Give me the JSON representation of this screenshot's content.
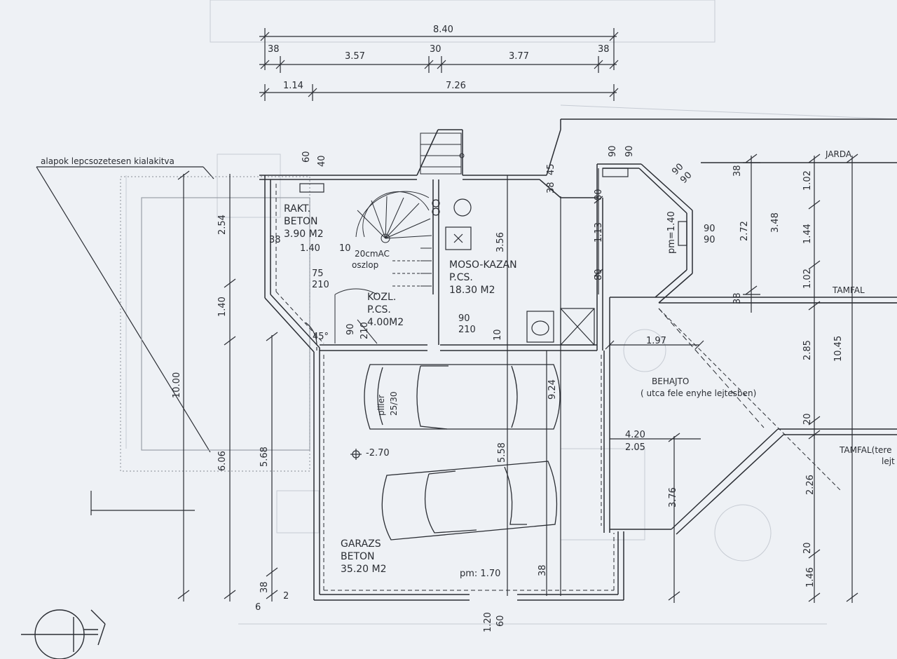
{
  "top_dims": {
    "overall": "8.40",
    "seg_38_left": "38",
    "seg_357": "3.57",
    "seg_30": "30",
    "seg_377": "3.77",
    "seg_38_right": "38",
    "seg_114": "1.14",
    "seg_726": "7.26"
  },
  "notes": {
    "foundation": "alapok lepcsozetesen kialakitva",
    "jarda": "JARDA",
    "tamfal": "TAMFAL",
    "tamfal2": "TAMFAL(tere",
    "tamfal2b": "lejt",
    "behajto": "BEHAJTO",
    "behajto_sub": "( utca fele enyhe lejtesben)",
    "column": "20cmAC",
    "column_sub": "oszlop",
    "piller": "piller",
    "piller_sub": "25/30",
    "level": "-2.70",
    "angle": "45°"
  },
  "rooms": {
    "storage": {
      "l1": "RAKT.",
      "l2": "BETON",
      "l3": "3.90 M2"
    },
    "laundry": {
      "l1": "MOSO-KAZAN",
      "l2": "P.CS.",
      "l3": "18.30 M2"
    },
    "hall": {
      "l1": "KOZL.",
      "l2": "P.CS.",
      "l3": "4.00M2"
    },
    "garage": {
      "l1": "GARAZS",
      "l2": "BETON",
      "l3": "35.20 M2"
    }
  },
  "dims": {
    "d60": "60",
    "d40": "40",
    "d38a": "38",
    "d140a": "1.40",
    "d10a": "10",
    "d75": "75",
    "d210a": "210",
    "d90a": "90",
    "d210b": "210",
    "d90b": "90",
    "d210c": "210",
    "d10b": "10",
    "d356": "3.56",
    "d38b": "38",
    "d45": "45",
    "d90c": "90",
    "d90d": "90",
    "d90e": "90",
    "d90f": "90",
    "d80a": "80",
    "d113": "1.13",
    "d80b": "80",
    "pm140": "pm=1.40",
    "d90g": "90",
    "d90h": "90",
    "d38c": "38",
    "d272": "2.72",
    "d348": "3.48",
    "d102a": "1.02",
    "d144": "1.44",
    "d102b": "1.02",
    "d38d": "38",
    "d197": "1.97",
    "d285": "2.85",
    "d1045": "10.45",
    "d924": "9.24",
    "d420": "4.20",
    "d205": "2.05",
    "d558": "5.58",
    "d376": "3.76",
    "d20a": "20",
    "d226": "2.26",
    "d20b": "20",
    "d146": "1.46",
    "d254": "2.54",
    "d140b": "1.40",
    "d1000": "10.00",
    "d606": "6.06",
    "d568": "5.68",
    "d38e": "38",
    "d6": "6",
    "d2": "2",
    "pm170": "pm: 1.70",
    "d38f": "38",
    "d120": "1.20",
    "d60b": "60"
  }
}
